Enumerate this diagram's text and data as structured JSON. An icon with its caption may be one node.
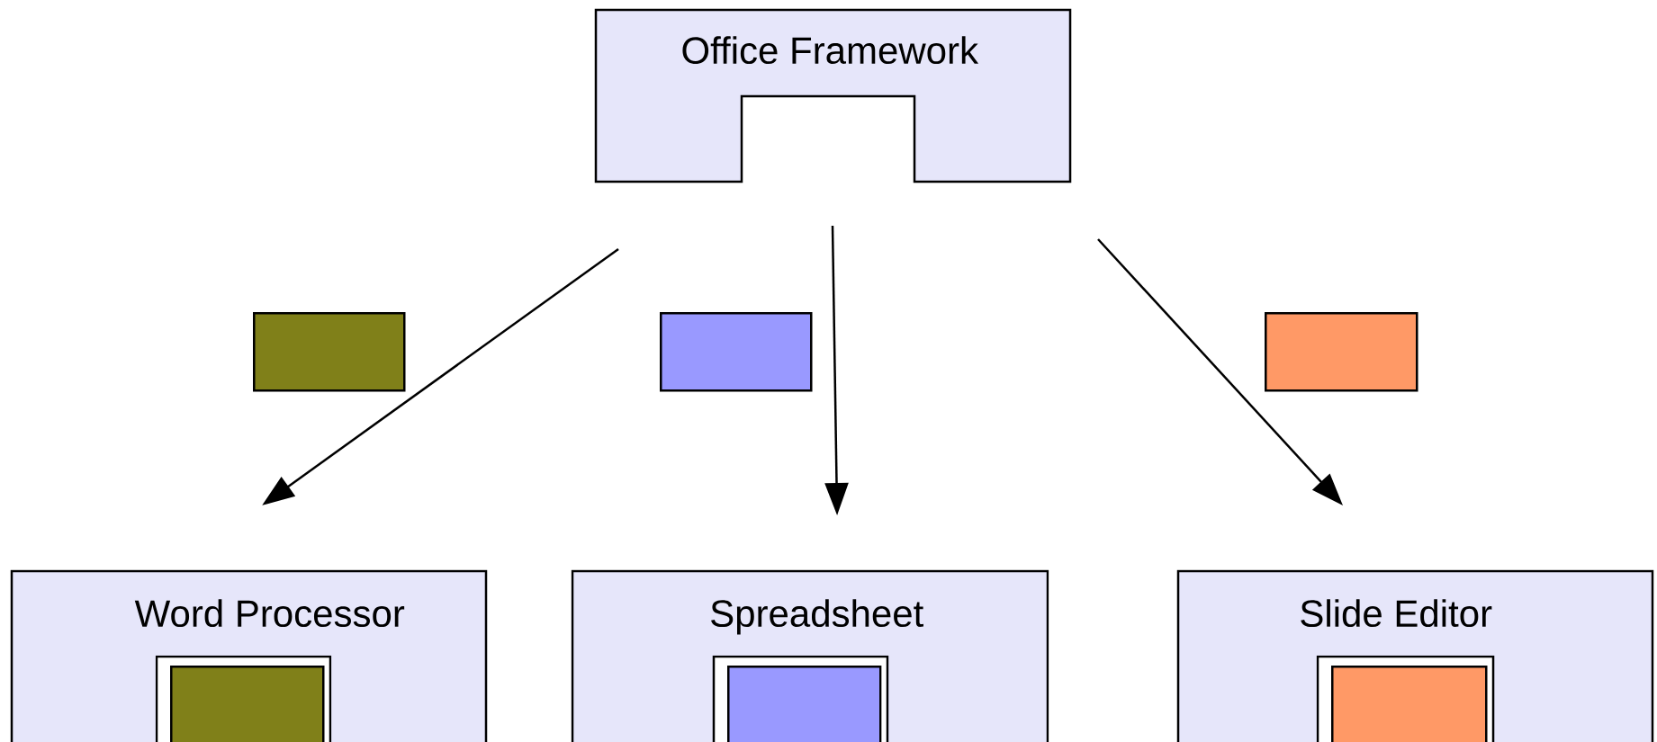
{
  "diagram": {
    "nodes": [
      {
        "text": [
          "Office Framework"
        ]
      },
      {
        "text": [],
        "shape": "box"
      },
      {
        "text": [],
        "shape": "box"
      },
      {
        "text": [],
        "shape": "box"
      },
      {
        "text": [
          "Word Processor"
        ]
      },
      {
        "text": [],
        "shape": "box",
        "in": 4
      },
      {
        "text": [
          "Spreadsheet"
        ]
      },
      {
        "text": [],
        "shape": "box",
        "in": 6
      },
      {
        "text": [
          "Slide Editor"
        ]
      },
      {
        "text": [],
        "shape": "box",
        "in": 8
      }
    ],
    "edges": [
      {
        "from": null,
        "to": 4,
        "arrow": "to"
      },
      {
        "from": null,
        "to": 6,
        "arrow": "to"
      },
      {
        "from": null,
        "to": 8,
        "arrow": "to"
      }
    ]
  }
}
